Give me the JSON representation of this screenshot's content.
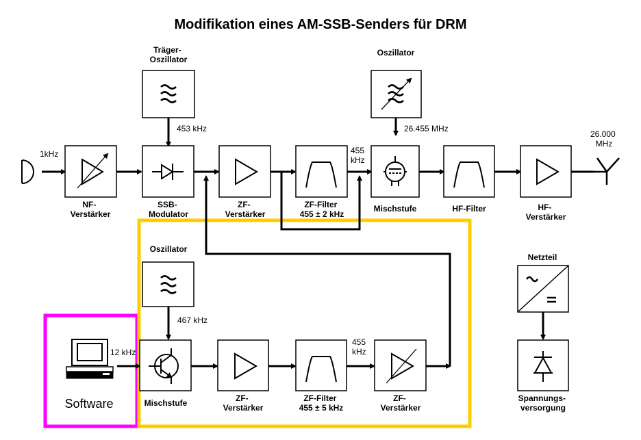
{
  "title": "Modifikation eines AM-SSB-Senders für DRM",
  "colors": {
    "highlight_yellow": "#FFCC00",
    "highlight_magenta": "#FF00FF",
    "line": "#000000",
    "background": "#FFFFFF"
  },
  "labels": {
    "traeger_oszillator_1": "Träger-",
    "traeger_oszillator_2": "Oszillator",
    "oszillator_top": "Oszillator",
    "oszillator_lower": "Oszillator",
    "netzteil": "Netzteil",
    "freq_453": "453 kHz",
    "freq_26455": "26.455 MHz",
    "freq_455_top_1": "455",
    "freq_455_top_2": "kHz",
    "freq_1khz": "1kHz",
    "freq_26000_1": "26.000",
    "freq_26000_2": "MHz",
    "freq_467": "467 kHz",
    "freq_12khz": "12 kHz",
    "freq_455_bottom_1": "455",
    "freq_455_bottom_2": "kHz",
    "nf_verstaerker_1": "NF-",
    "nf_verstaerker_2": "Verstärker",
    "ssb_modulator_1": "SSB-",
    "ssb_modulator_2": "Modulator",
    "zf_verstaerker_top_1": "ZF-",
    "zf_verstaerker_top_2": "Verstärker",
    "zf_filter_top_1": "ZF-Filter",
    "zf_filter_top_2": "455 ± 2 kHz",
    "mischstufe_top": "Mischstufe",
    "hf_filter": "HF-Filter",
    "hf_verstaerker_1": "HF-",
    "hf_verstaerker_2": "Verstärker",
    "mischstufe_bottom": "Mischstufe",
    "zf_verstaerker_b1_1": "ZF-",
    "zf_verstaerker_b1_2": "Verstärker",
    "zf_filter_bottom_1": "ZF-Filter",
    "zf_filter_bottom_2": "455 ± 5 kHz",
    "zf_verstaerker_b2_1": "ZF-",
    "zf_verstaerker_b2_2": "Verstärker",
    "spannungsversorgung_1": "Spannungs-",
    "spannungsversorgung_2": "versorgung",
    "software": "Software"
  },
  "icons": {
    "sine_source": "sine-source-icon",
    "oscillator": "oscillator-icon",
    "variable_oscillator": "variable-oscillator-icon",
    "amplifier": "amplifier-icon",
    "variable_amplifier": "variable-amplifier-icon",
    "bandpass_filter": "bandpass-filter-icon",
    "diode": "diode-icon",
    "mixer_tube": "mixer-tube-icon",
    "transistor": "transistor-icon",
    "antenna": "antenna-icon",
    "power_supply": "power-supply-icon",
    "rectifier": "rectifier-icon",
    "computer": "computer-icon"
  }
}
